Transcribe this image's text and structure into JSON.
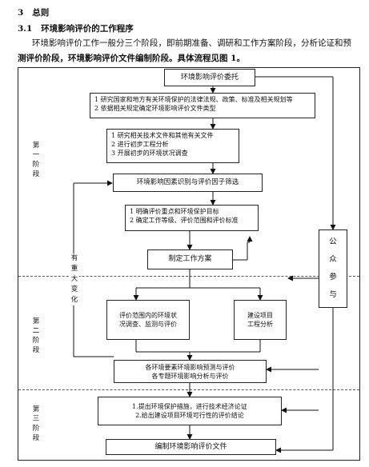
{
  "section": {
    "number": "3",
    "title": "总则"
  },
  "subsection": {
    "number": "3.1",
    "title": "环境影响评价的工作程序"
  },
  "paragraph": {
    "line1": "环境影响评价工作一般分三个阶段，即前期准备、调研和工作方案阶段，分析论证和预",
    "line2": "测评价阶段，环境影响评价文件编制阶段。具体流程见图 1。"
  },
  "flow": {
    "stage1": "第一阶段",
    "stage2": "第二阶段",
    "stage3": "第三阶段",
    "commission": "环境影响评价委托",
    "box_laws": {
      "line1": "1 研究国家和地方有关环境保护的法律法规、政策、标准及相关规划等",
      "line2": "2 依据相关规定确定环境影响评价文件类型"
    },
    "box_research": {
      "line1": "1 研究相关技术文件和其他有关文件",
      "line2": "2 进行初步工程分析",
      "line3": "3 开展初步的环境状况调查"
    },
    "factor_id": "环境影响因素识别与评价因子筛选",
    "box_focus": {
      "line1": "1 明确评价重点和环境保护目标",
      "line2": "2 确定工作等级、评价范围和评价标准"
    },
    "work_plan": "制定工作方案",
    "major_change": "有重大变化",
    "public_participation": "公众参与",
    "env_survey": {
      "line1": "评价范围内的环境状",
      "line2": "况调查、监测与评价"
    },
    "project_analysis": {
      "line1": "建设项目",
      "line2": "工程分析"
    },
    "prediction": {
      "line1": "各环境要素环境影响预测与评价",
      "line2": "各专题环境影响分析与评价"
    },
    "measures": {
      "line1": "1.提出环境保护措施，进行技术经济论证",
      "line2": "2.给出建设项目环境可行性的评价结论"
    },
    "compile": "编制环境影响评价文件"
  }
}
